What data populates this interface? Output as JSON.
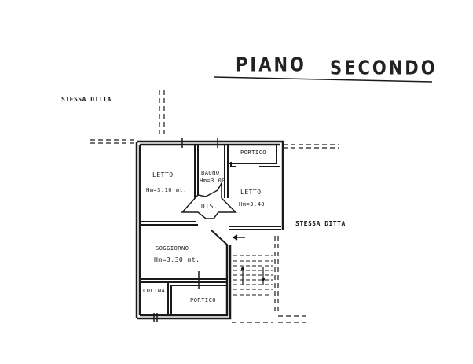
{
  "drawing": {
    "title_word1": "PIANO",
    "title_word2": "SECONDO",
    "neighbor_left": "STESSA DITTA",
    "neighbor_right": "STESSA DITTA"
  },
  "rooms": [
    {
      "name": "LETTO",
      "height": "Hm=3.10 mt."
    },
    {
      "name": "BAGNO",
      "height": "Hm=3.00"
    },
    {
      "name": "LETTO",
      "height": "Hm=3.48"
    },
    {
      "name": "PORTICO",
      "height": ""
    },
    {
      "name": "DIS.",
      "height": ""
    },
    {
      "name": "SOGGIORNO",
      "height": "Hm=3.30 mt."
    },
    {
      "name": "CUCINA",
      "height": ""
    },
    {
      "name": "PORTICO",
      "height": ""
    }
  ],
  "colors": {
    "line": "#1a1a1a",
    "paper": "#ffffff"
  }
}
